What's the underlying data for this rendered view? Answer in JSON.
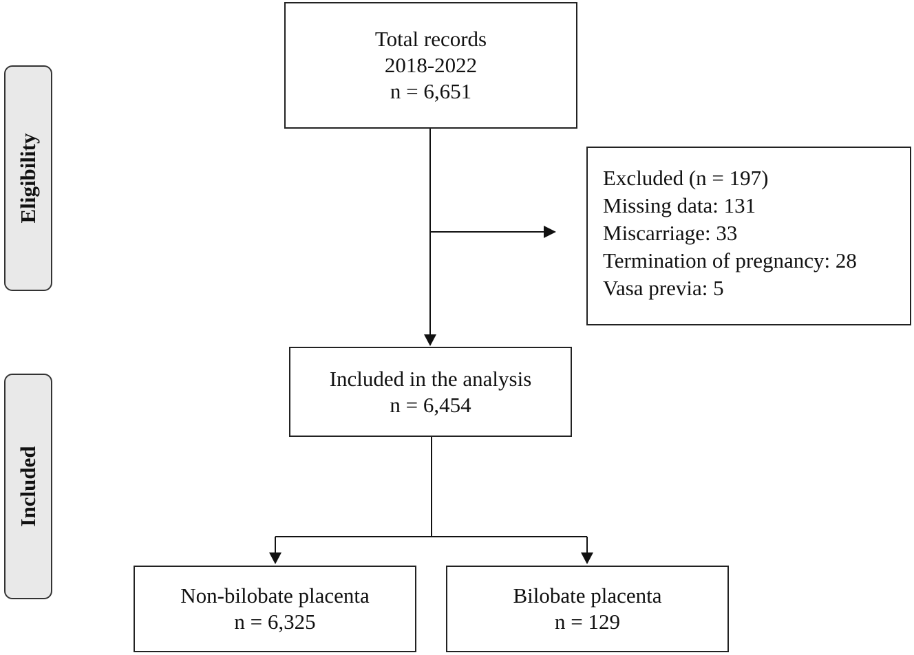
{
  "phases": {
    "eligibility": "Eligibility",
    "included": "Included"
  },
  "boxes": {
    "total": {
      "lines": [
        "Total records",
        "2018-2022",
        "n = 6,651"
      ]
    },
    "excluded": {
      "lines": [
        "Excluded (n = 197)",
        "Missing data: 131",
        "Miscarriage: 33",
        "Termination of pregnancy: 28",
        "Vasa previa: 5"
      ]
    },
    "included": {
      "lines": [
        "Included in the analysis",
        "n = 6,454"
      ]
    },
    "non_bilobate": {
      "lines": [
        "Non-bilobate placenta",
        "n = 6,325"
      ]
    },
    "bilobate": {
      "lines": [
        "Bilobate placenta",
        "n = 129"
      ]
    }
  },
  "colors": {
    "line": "#111111",
    "box_border": "#222222",
    "phase_fill": "#e9e9e9"
  }
}
